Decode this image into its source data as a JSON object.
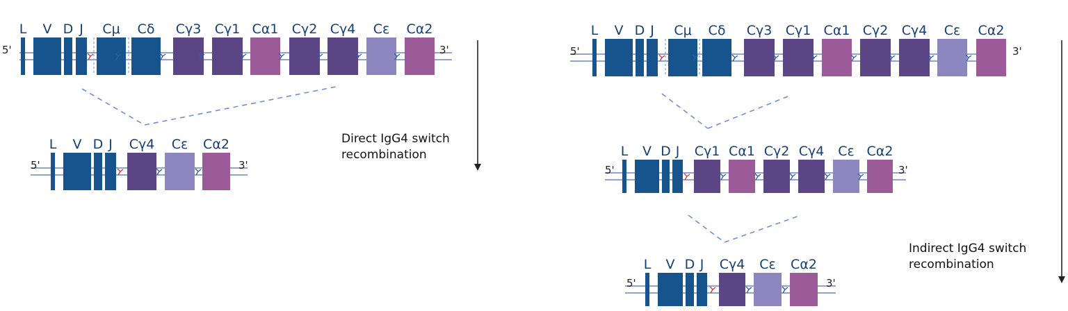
{
  "colors": {
    "vdj": "#17538d",
    "cmu": "#17538d",
    "cdelta": "#17538d",
    "cgamma": "#5c4585",
    "calpha": "#9b5b98",
    "cepsilon": "#8c88bf",
    "strand": "#8ea3d6",
    "guide": "#6f8fd0",
    "arrow": "#222222",
    "switch_default": "#2e5fa6",
    "switch_active": "#d43a3a",
    "label": "#163f73"
  },
  "icons": {
    "switch_region": "switch-region-icon"
  },
  "ends": {
    "five_prime": "5'",
    "three_prime": "3'"
  },
  "loci": [
    {
      "id": "germline-left",
      "segments": [
        {
          "label": "L",
          "color": "vdj"
        },
        {
          "label": "V",
          "color": "vdj"
        },
        {
          "label": "D",
          "color": "vdj"
        },
        {
          "label": "J",
          "color": "vdj"
        },
        {
          "label": "Cμ",
          "color": "cmu"
        },
        {
          "label": "Cδ",
          "color": "cdelta"
        },
        {
          "label": "Cγ3",
          "color": "cgamma"
        },
        {
          "label": "Cγ1",
          "color": "cgamma"
        },
        {
          "label": "Cα1",
          "color": "calpha"
        },
        {
          "label": "Cγ2",
          "color": "cgamma"
        },
        {
          "label": "Cγ4",
          "color": "cgamma"
        },
        {
          "label": "Cε",
          "color": "cepsilon"
        },
        {
          "label": "Cα2",
          "color": "calpha"
        }
      ]
    },
    {
      "id": "direct-product",
      "segments": [
        {
          "label": "L",
          "color": "vdj"
        },
        {
          "label": "V",
          "color": "vdj"
        },
        {
          "label": "D",
          "color": "vdj"
        },
        {
          "label": "J",
          "color": "vdj"
        },
        {
          "label": "Cγ4",
          "color": "cgamma"
        },
        {
          "label": "Cε",
          "color": "cepsilon"
        },
        {
          "label": "Cα2",
          "color": "calpha"
        }
      ]
    },
    {
      "id": "germline-right",
      "segments": [
        {
          "label": "L",
          "color": "vdj"
        },
        {
          "label": "V",
          "color": "vdj"
        },
        {
          "label": "D",
          "color": "vdj"
        },
        {
          "label": "J",
          "color": "vdj"
        },
        {
          "label": "Cμ",
          "color": "cmu"
        },
        {
          "label": "Cδ",
          "color": "cdelta"
        },
        {
          "label": "Cγ3",
          "color": "cgamma"
        },
        {
          "label": "Cγ1",
          "color": "cgamma"
        },
        {
          "label": "Cα1",
          "color": "calpha"
        },
        {
          "label": "Cγ2",
          "color": "cgamma"
        },
        {
          "label": "Cγ4",
          "color": "cgamma"
        },
        {
          "label": "Cε",
          "color": "cepsilon"
        },
        {
          "label": "Cα2",
          "color": "calpha"
        }
      ]
    },
    {
      "id": "indirect-intermediate",
      "segments": [
        {
          "label": "L",
          "color": "vdj"
        },
        {
          "label": "V",
          "color": "vdj"
        },
        {
          "label": "D",
          "color": "vdj"
        },
        {
          "label": "J",
          "color": "vdj"
        },
        {
          "label": "Cγ1",
          "color": "cgamma"
        },
        {
          "label": "Cα1",
          "color": "calpha"
        },
        {
          "label": "Cγ2",
          "color": "cgamma"
        },
        {
          "label": "Cγ4",
          "color": "cgamma"
        },
        {
          "label": "Cε",
          "color": "cepsilon"
        },
        {
          "label": "Cα2",
          "color": "calpha"
        }
      ]
    },
    {
      "id": "indirect-product",
      "segments": [
        {
          "label": "L",
          "color": "vdj"
        },
        {
          "label": "V",
          "color": "vdj"
        },
        {
          "label": "D",
          "color": "vdj"
        },
        {
          "label": "J",
          "color": "vdj"
        },
        {
          "label": "Cγ4",
          "color": "cgamma"
        },
        {
          "label": "Cε",
          "color": "cepsilon"
        },
        {
          "label": "Cα2",
          "color": "calpha"
        }
      ]
    }
  ],
  "captions": {
    "direct": [
      "Direct IgG4 switch",
      "recombination"
    ],
    "indirect": [
      "Indirect IgG4 switch",
      "recombination"
    ]
  }
}
